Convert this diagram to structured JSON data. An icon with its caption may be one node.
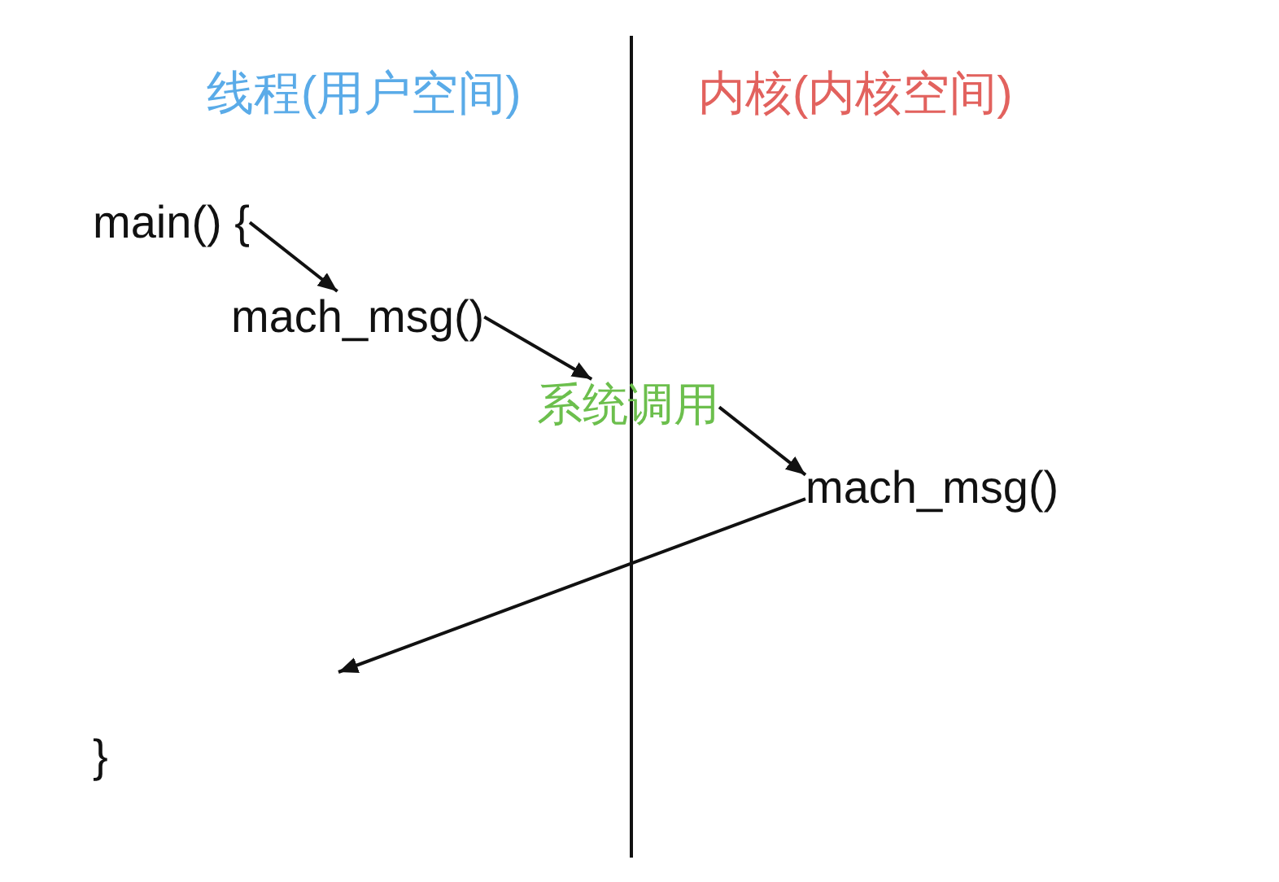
{
  "diagram": {
    "nodes": [
      {
        "text": [
          "main() {"
        ]
      },
      {
        "text": [
          "mach_msg()"
        ]
      },
      {
        "text": [
          "系统调用"
        ]
      },
      {
        "text": [
          "mach_msg()"
        ]
      }
    ],
    "edges": [
      {
        "from": 0,
        "to": 1,
        "arrow": "to"
      },
      {
        "from": 1,
        "to": 2,
        "arrow": "to"
      },
      {
        "from": 2,
        "to": 3,
        "arrow": "to"
      },
      {
        "from": 3,
        "to": null,
        "arrow": "to"
      }
    ],
    "labels": [
      "线程(用户空间)",
      "内核(内核空间)",
      "}"
    ]
  }
}
